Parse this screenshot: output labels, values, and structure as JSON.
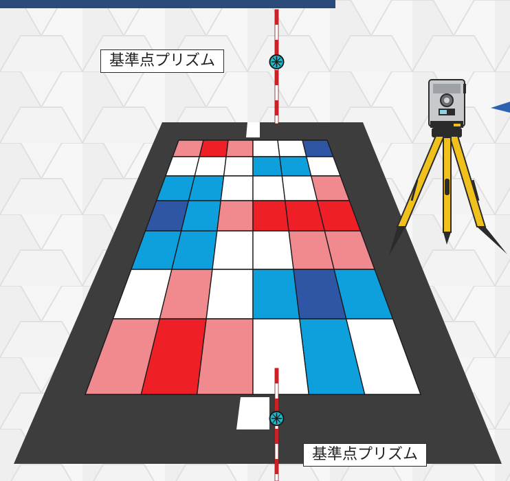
{
  "labels": {
    "top_prism": "基準点プリズム",
    "bottom_prism": "基準点プリズム"
  },
  "colors": {
    "background": "#ececec",
    "hex_light": "#f6f6f6",
    "hex_dark": "#dedede",
    "road": "#3d3d3d",
    "lane_marking": "#ffffff",
    "header_bar": "#2a4a7a",
    "pole_red": "#cc1f26",
    "prism_teal": "#20b8c8",
    "tripod_yellow": "#f0c11d",
    "laser_blue": "#2e62b0"
  },
  "grid": {
    "rows": 7,
    "cols": 6,
    "palette": {
      "W": "#ffffff",
      "P": "#f08a8e",
      "R": "#ee1f26",
      "C": "#0ea0dd",
      "N": "#2f56a5"
    },
    "cells": [
      [
        "P",
        "R",
        "P",
        "W",
        "W",
        "N"
      ],
      [
        "W",
        "W",
        "W",
        "C",
        "C",
        "W"
      ],
      [
        "C",
        "C",
        "W",
        "W",
        "W",
        "P"
      ],
      [
        "N",
        "C",
        "P",
        "R",
        "R",
        "R"
      ],
      [
        "C",
        "C",
        "W",
        "W",
        "P",
        "P"
      ],
      [
        "W",
        "P",
        "W",
        "C",
        "N",
        "C"
      ],
      [
        "P",
        "R",
        "P",
        "W",
        "C",
        "W"
      ]
    ]
  },
  "icons": {
    "total_station": "total-station-icon",
    "prism": "prism-icon",
    "survey_pole": "survey-pole-icon"
  }
}
